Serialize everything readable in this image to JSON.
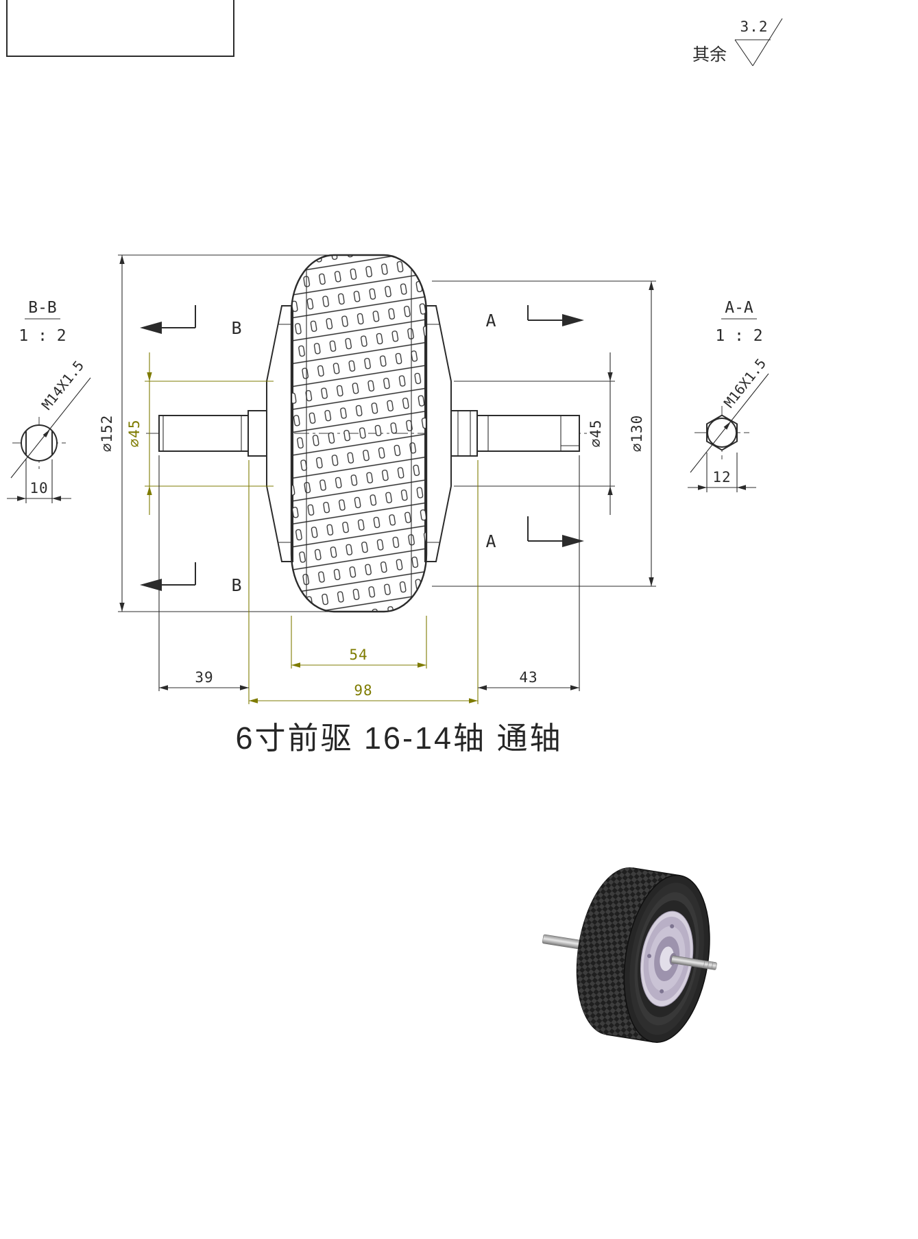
{
  "title": "6寸前驱 16-14轴 通轴",
  "frame": {
    "roughness_note": "其余",
    "roughness_value": "3.2"
  },
  "sections": {
    "bb": {
      "label": "B-B",
      "scale": "1 : 2",
      "thread": "M14X1.5",
      "dim": "10"
    },
    "aa": {
      "label": "A-A",
      "scale": "1 : 2",
      "thread": "M16X1.5",
      "dim": "12"
    }
  },
  "cut_labels": {
    "b_top": "B",
    "b_bottom": "B",
    "a_top": "A",
    "a_bottom": "A"
  },
  "dims": {
    "outer_dia": "∅152",
    "left_step_dia": "∅45",
    "right_step_dia": "∅45",
    "rim_dia": "∅130",
    "tire_width": "54",
    "hub_width": "98",
    "left_shaft_len": "39",
    "right_shaft_len": "43"
  },
  "colors": {
    "line": "#2b2b2b",
    "accent": "#7e7b00"
  }
}
